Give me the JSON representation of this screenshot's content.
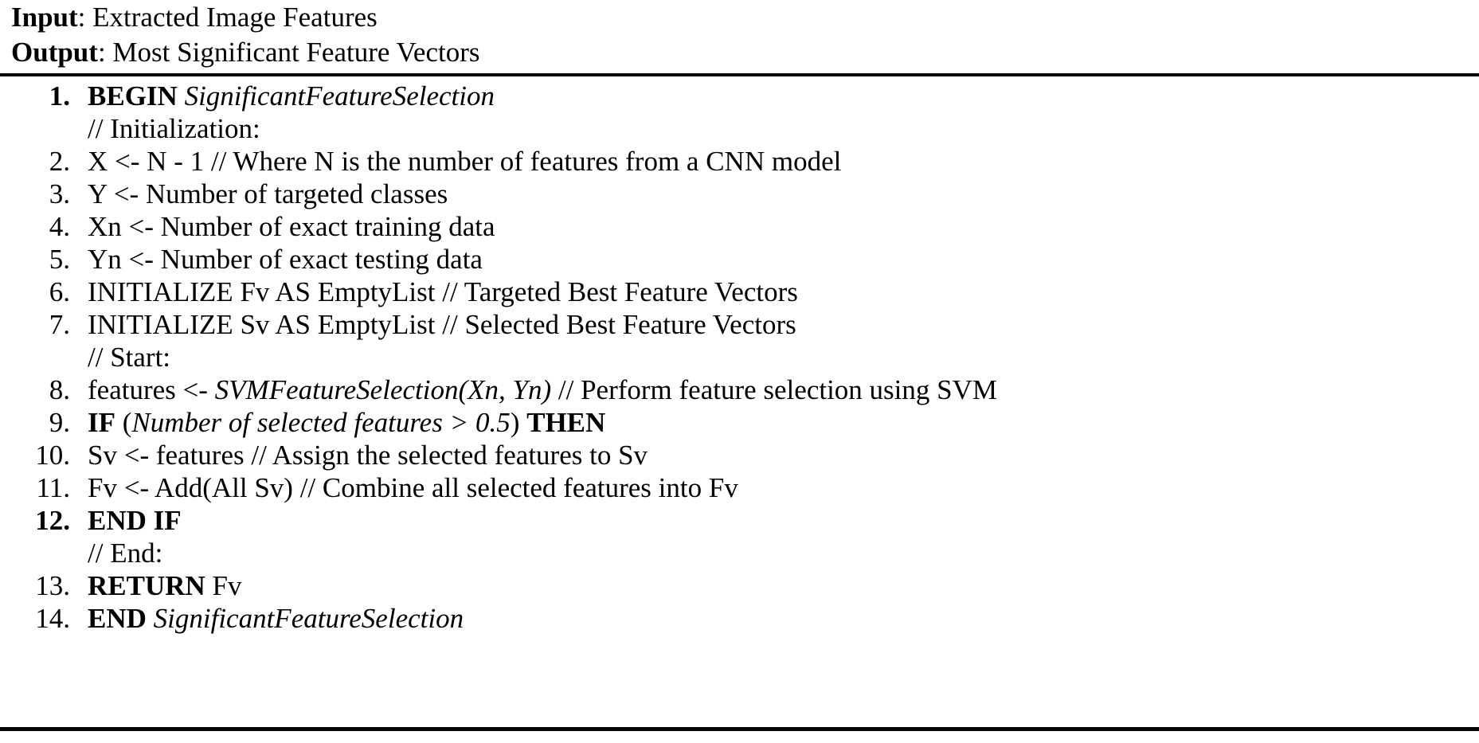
{
  "header": {
    "input_label": "Input",
    "input_value": ": Extracted Image Features",
    "output_label": "Output",
    "output_value": ": Most Significant Feature Vectors"
  },
  "steps": [
    {
      "num": "1.",
      "num_bold": true,
      "parts": [
        {
          "text": "BEGIN",
          "style": "bold"
        },
        {
          "text": " ",
          "style": "plain"
        },
        {
          "text": "SignificantFeatureSelection",
          "style": "italic"
        }
      ]
    },
    {
      "num": "",
      "num_bold": false,
      "parts": [
        {
          "text": "// Initialization:",
          "style": "plain"
        }
      ]
    },
    {
      "num": "2.",
      "num_bold": false,
      "parts": [
        {
          "text": "X <- N - 1  // Where N is the number of features from a CNN model",
          "style": "plain"
        }
      ]
    },
    {
      "num": "3.",
      "num_bold": false,
      "parts": [
        {
          "text": "Y <- Number of targeted classes",
          "style": "plain"
        }
      ]
    },
    {
      "num": "4.",
      "num_bold": false,
      "parts": [
        {
          "text": "Xn <- Number of exact training data",
          "style": "plain"
        }
      ]
    },
    {
      "num": "5.",
      "num_bold": false,
      "parts": [
        {
          "text": "Yn <- Number of exact testing data",
          "style": "plain"
        }
      ]
    },
    {
      "num": "6.",
      "num_bold": false,
      "parts": [
        {
          "text": "INITIALIZE Fv AS EmptyList  // Targeted Best Feature Vectors",
          "style": "plain"
        }
      ]
    },
    {
      "num": "7.",
      "num_bold": false,
      "parts": [
        {
          "text": "INITIALIZE Sv AS EmptyList  // Selected Best Feature Vectors",
          "style": "plain"
        }
      ]
    },
    {
      "num": "",
      "num_bold": false,
      "parts": [
        {
          "text": "// Start:",
          "style": "plain"
        }
      ]
    },
    {
      "num": "8.",
      "num_bold": false,
      "parts": [
        {
          "text": "features <- ",
          "style": "plain"
        },
        {
          "text": "SVMFeatureSelection(Xn, Yn)",
          "style": "italic"
        },
        {
          "text": "  // Perform feature selection using SVM",
          "style": "plain"
        }
      ]
    },
    {
      "num": "9.",
      "num_bold": false,
      "parts": [
        {
          "text": "IF",
          "style": "bold"
        },
        {
          "text": " (",
          "style": "plain"
        },
        {
          "text": "Number of selected features > 0.5",
          "style": "italic"
        },
        {
          "text": ") ",
          "style": "plain"
        },
        {
          "text": "THEN",
          "style": "bold"
        }
      ]
    },
    {
      "num": "10.",
      "num_bold": false,
      "parts": [
        {
          "text": "Sv <- features  // Assign the selected features to Sv",
          "style": "plain"
        }
      ]
    },
    {
      "num": "11.",
      "num_bold": false,
      "parts": [
        {
          "text": "Fv <- Add(All Sv)  // Combine all selected features into Fv",
          "style": "plain"
        }
      ]
    },
    {
      "num": "12.",
      "num_bold": true,
      "parts": [
        {
          "text": "END IF",
          "style": "bold"
        }
      ]
    },
    {
      "num": "",
      "num_bold": false,
      "parts": [
        {
          "text": "// End:",
          "style": "plain"
        }
      ]
    },
    {
      "num": "13.",
      "num_bold": false,
      "parts": [
        {
          "text": "RETURN",
          "style": "bold"
        },
        {
          "text": " Fv",
          "style": "plain"
        }
      ]
    },
    {
      "num": "14.",
      "num_bold": false,
      "parts": [
        {
          "text": "END",
          "style": "bold"
        },
        {
          "text": " ",
          "style": "plain"
        },
        {
          "text": "SignificantFeatureSelection",
          "style": "italic"
        }
      ]
    }
  ]
}
